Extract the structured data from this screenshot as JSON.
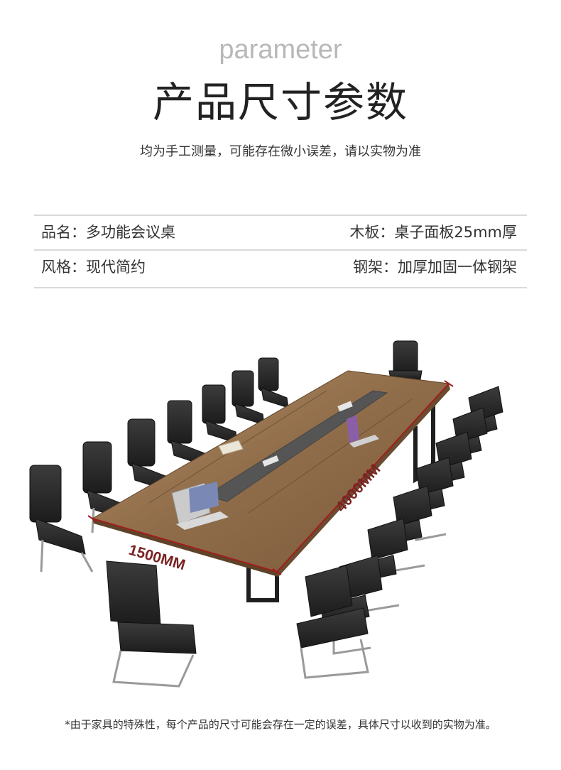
{
  "header": {
    "eyebrow": "parameter",
    "title": "产品尺寸参数",
    "subtitle": "均为手工测量，可能存在微小误差，请以实物为准"
  },
  "specs": [
    {
      "left": "品名：多功能会议桌",
      "right": "木板：桌子面板25mm厚"
    },
    {
      "left": "风格：现代简约",
      "right": "钢架：加厚加固一体钢架"
    }
  ],
  "figure": {
    "dimension_length": "4000MM",
    "dimension_width": "1500MM",
    "colors": {
      "wood": "#8a6a49",
      "wood_light": "#a27f5d",
      "cable_strip": "#5c5c5c",
      "frame": "#1f1f1f",
      "dimension": "#a11e1e"
    }
  },
  "footnote": "*由于家具的特殊性，每个产品的尺寸可能会存在一定的误差，具体尺寸以收到的实物为准。"
}
